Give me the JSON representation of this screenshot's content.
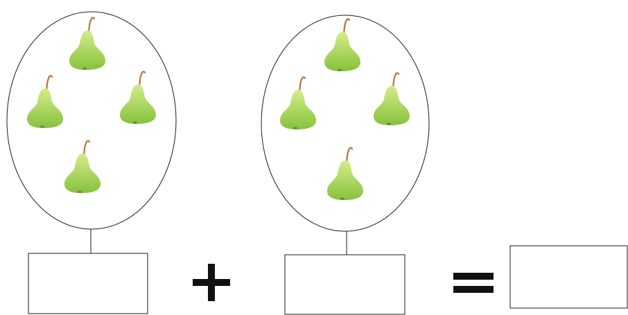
{
  "worksheet": {
    "groups": [
      {
        "name": "left-group",
        "pear_count": 4,
        "answer_value": ""
      },
      {
        "name": "right-group",
        "pear_count": 4,
        "answer_value": ""
      }
    ],
    "result": {
      "answer_value": ""
    },
    "operators": {
      "plus": "+",
      "equals": "="
    },
    "colors": {
      "outline": "#1a1a1a",
      "operator": "#111111",
      "pear_light": "#d4ec8a",
      "pear_dark": "#86c23c",
      "stem": "#b8743a",
      "pear_spot": "#5f8a5a"
    }
  }
}
